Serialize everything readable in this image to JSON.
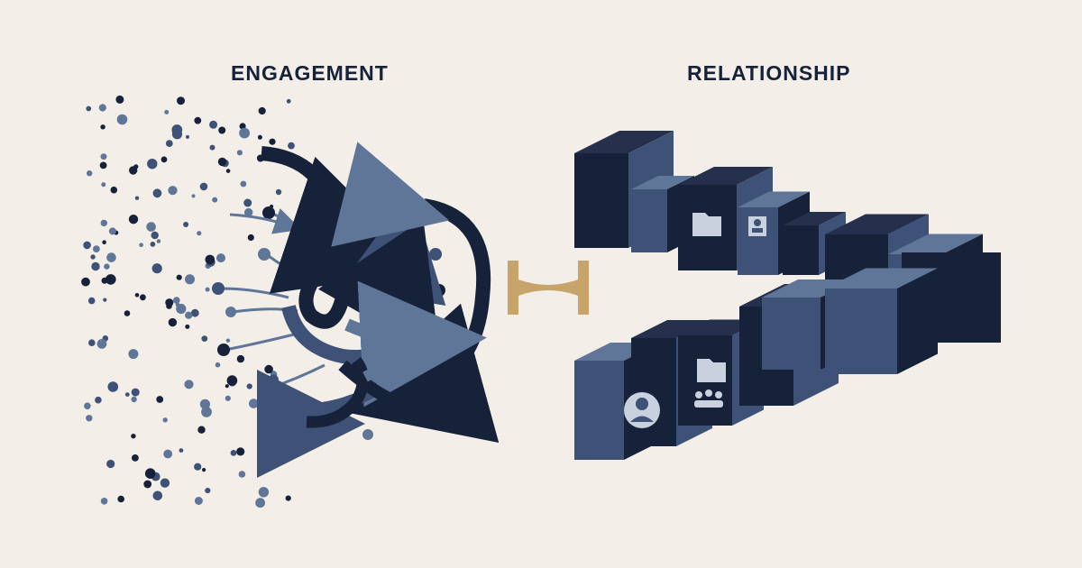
{
  "left_panel": {
    "title": "ENGAGEMENT"
  },
  "right_panel": {
    "title": "RELATIONSHIP"
  },
  "colors": {
    "background": "#f3efe8",
    "navy": "#16213a",
    "slate": "#3e5177",
    "steel": "#5f7698",
    "connector_gold": "#c7a56a"
  },
  "icons": [
    "dots-scatter",
    "curved-arrows",
    "connector-bridge",
    "cube-blocks",
    "folder-icon",
    "user-icon",
    "group-icon"
  ]
}
